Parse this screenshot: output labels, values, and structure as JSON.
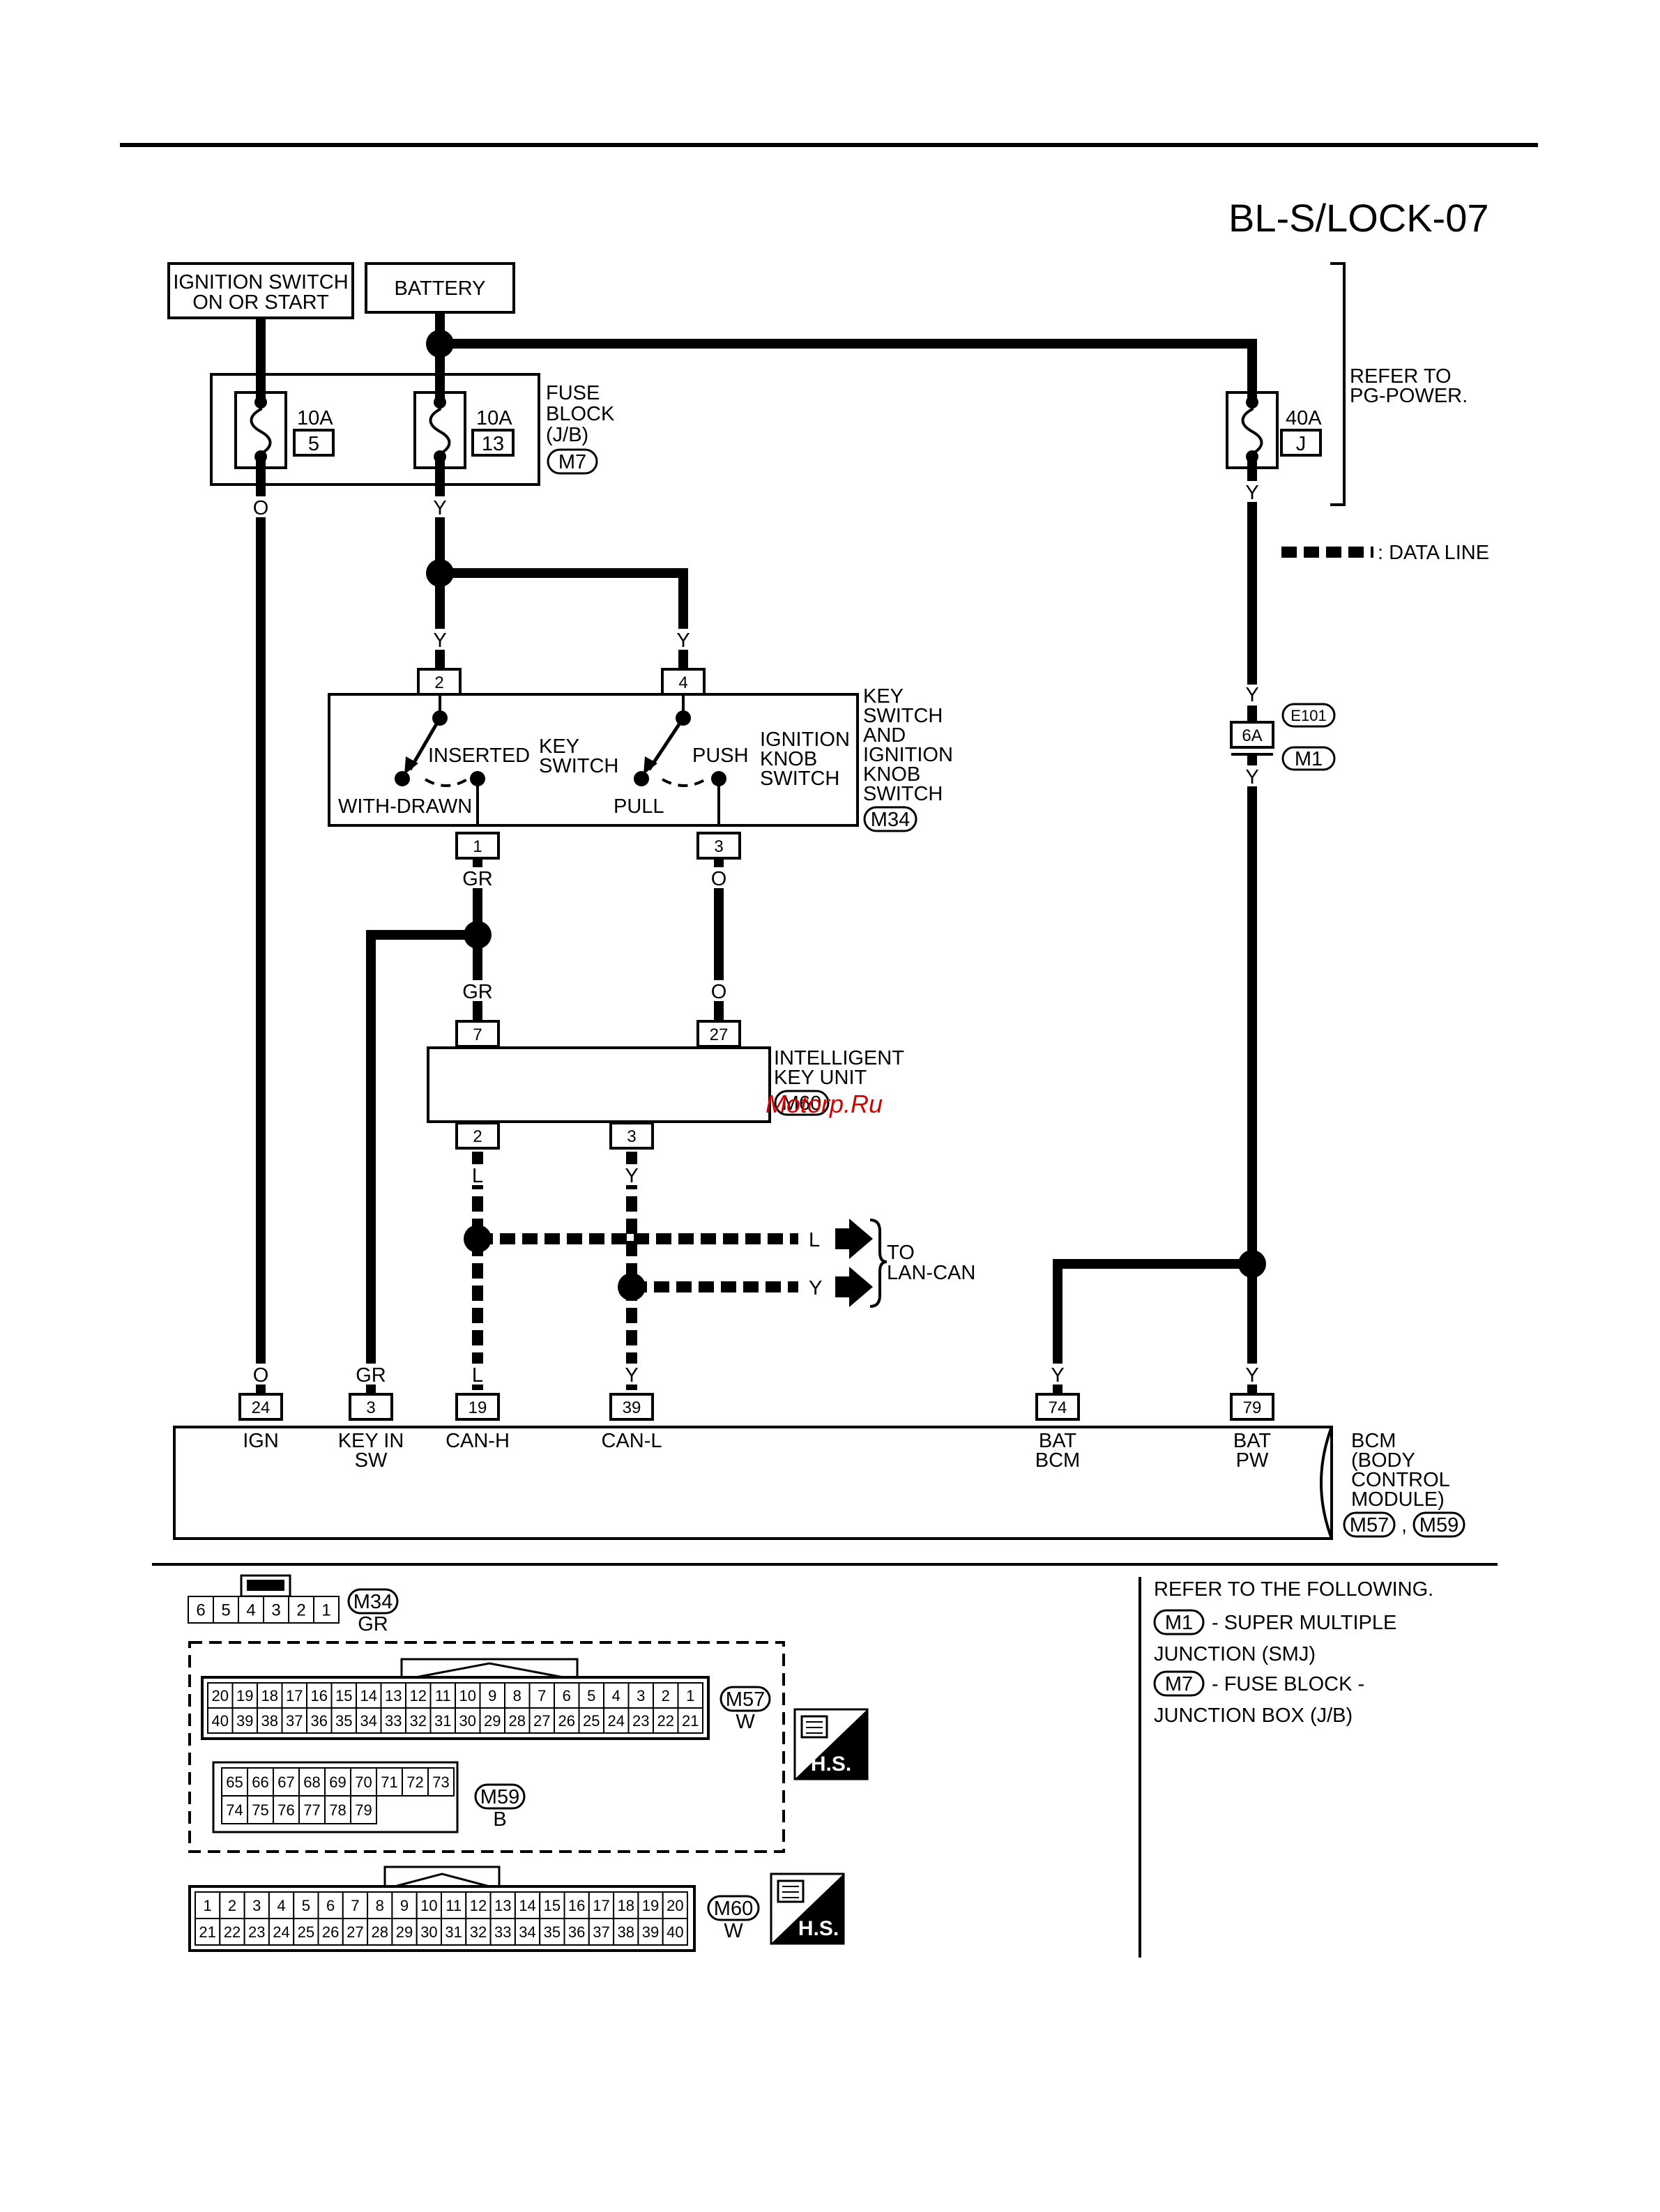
{
  "page_title": "BL-S/LOCK-07",
  "watermark": "Motorp.Ru",
  "sources": {
    "ignition": "IGNITION SWITCH ON OR START",
    "ignition_l1": "IGNITION SWITCH",
    "ignition_l2": "ON OR START",
    "battery": "BATTERY"
  },
  "fuse_block": {
    "label_l1": "FUSE",
    "label_l2": "BLOCK",
    "label_l3": "(J/B)",
    "connector": "M7",
    "fuses": [
      {
        "rating": "10A",
        "number": "5"
      },
      {
        "rating": "10A",
        "number": "13"
      }
    ]
  },
  "power_fuse": {
    "rating": "40A",
    "number": "J"
  },
  "refer_power": {
    "l1": "REFER TO",
    "l2": "PG-POWER."
  },
  "legend": {
    "data_line": ": DATA LINE"
  },
  "wire_colors": {
    "o": "O",
    "y": "Y",
    "gr": "GR",
    "l": "L"
  },
  "key_switch": {
    "label": [
      "KEY",
      "SWITCH",
      "AND",
      "IGNITION",
      "KNOB",
      "SWITCH"
    ],
    "connector": "M34",
    "pins": {
      "p2": "2",
      "p4": "4",
      "p1": "1",
      "p3": "3"
    },
    "inserted": "INSERTED",
    "withdrawn": "WITH-DRAWN",
    "key_sw_l1": "KEY",
    "key_sw_l2": "SWITCH",
    "push": "PUSH",
    "pull": "PULL",
    "knob_l1": "IGNITION",
    "knob_l2": "KNOB",
    "knob_l3": "SWITCH"
  },
  "junction": {
    "pin": "6A",
    "conn1": "E101",
    "conn2": "M1"
  },
  "ikey": {
    "label_l1": "INTELLIGENT",
    "label_l2": "KEY UNIT",
    "connector": "M60",
    "pins": {
      "p7": "7",
      "p27": "27",
      "p2": "2",
      "p3": "3"
    }
  },
  "lan_can": {
    "l1": "TO",
    "l2": "LAN-CAN"
  },
  "bcm": {
    "label": [
      "BCM",
      "(BODY",
      "CONTROL",
      "MODULE)"
    ],
    "connectors": [
      "M57",
      "M59"
    ],
    "comma": ",",
    "pins": [
      {
        "num": "24",
        "name_l1": "IGN",
        "name_l2": "",
        "color": "O"
      },
      {
        "num": "3",
        "name_l1": "KEY IN",
        "name_l2": "SW",
        "color": "GR"
      },
      {
        "num": "19",
        "name_l1": "CAN-H",
        "name_l2": "",
        "color": "L"
      },
      {
        "num": "39",
        "name_l1": "CAN-L",
        "name_l2": "",
        "color": "Y"
      },
      {
        "num": "74",
        "name_l1": "BAT",
        "name_l2": "BCM",
        "color": "Y"
      },
      {
        "num": "79",
        "name_l1": "BAT",
        "name_l2": "PW",
        "color": "Y"
      }
    ]
  },
  "connectors": {
    "m34": {
      "name": "M34",
      "color": "GR",
      "pins": [
        "6",
        "5",
        "4",
        "3",
        "2",
        "1"
      ]
    },
    "m57": {
      "name": "M57",
      "color": "W",
      "row1": [
        "20",
        "19",
        "18",
        "17",
        "16",
        "15",
        "14",
        "13",
        "12",
        "11",
        "10",
        "9",
        "8",
        "7",
        "6",
        "5",
        "4",
        "3",
        "2",
        "1"
      ],
      "row2": [
        "40",
        "39",
        "38",
        "37",
        "36",
        "35",
        "34",
        "33",
        "32",
        "31",
        "30",
        "29",
        "28",
        "27",
        "26",
        "25",
        "24",
        "23",
        "22",
        "21"
      ]
    },
    "m59": {
      "name": "M59",
      "color": "B",
      "row1": [
        "65",
        "66",
        "67",
        "68",
        "69",
        "70",
        "71",
        "72",
        "73"
      ],
      "row2": [
        "74",
        "75",
        "76",
        "77",
        "78",
        "79"
      ]
    },
    "m60": {
      "name": "M60",
      "color": "W",
      "row1": [
        "1",
        "2",
        "3",
        "4",
        "5",
        "6",
        "7",
        "8",
        "9",
        "10",
        "11",
        "12",
        "13",
        "14",
        "15",
        "16",
        "17",
        "18",
        "19",
        "20"
      ],
      "row2": [
        "21",
        "22",
        "23",
        "24",
        "25",
        "26",
        "27",
        "28",
        "29",
        "30",
        "31",
        "32",
        "33",
        "34",
        "35",
        "36",
        "37",
        "38",
        "39",
        "40"
      ]
    },
    "hs": "H.S."
  },
  "refer_following": {
    "title": "REFER TO THE FOLLOWING.",
    "m1_code": "M1",
    "m1_text": "- SUPER MULTIPLE",
    "m1_text2": "JUNCTION (SMJ)",
    "m7_code": "M7",
    "m7_text": "- FUSE BLOCK -",
    "m7_text2": "JUNCTION BOX (J/B)"
  }
}
